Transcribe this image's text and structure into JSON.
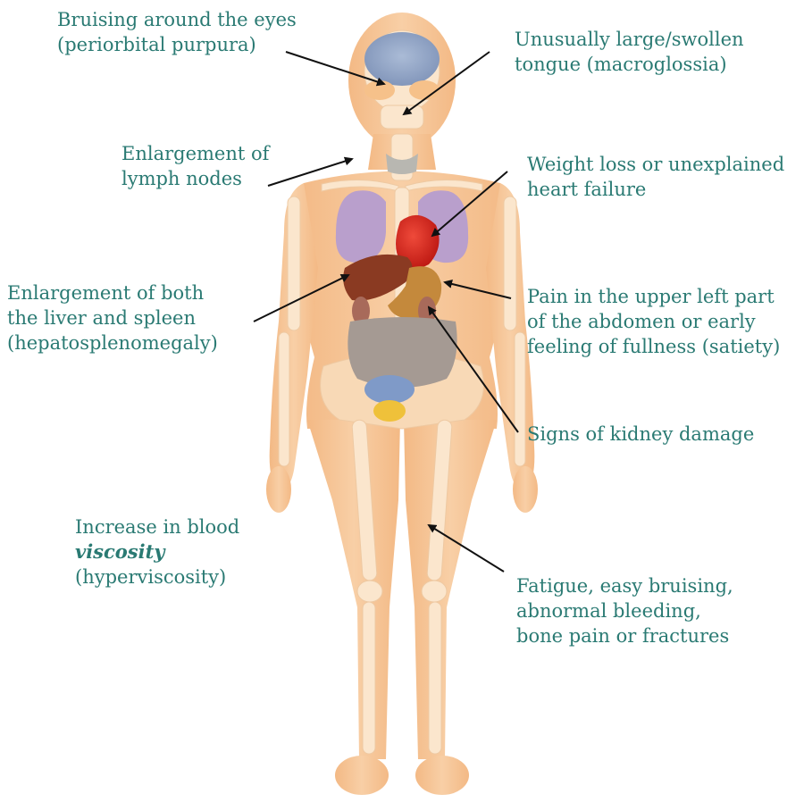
{
  "colors": {
    "label_text": "#2a7a73",
    "skin": "#f6c79a",
    "bone": "#fbe6cd",
    "arrow": "#111111"
  },
  "labels": {
    "eyes": {
      "line1": "Bruising around the eyes",
      "line2": "(periorbital purpura)"
    },
    "tongue": {
      "line1": "Unusually large/swollen",
      "line2": "tongue (macroglossia)"
    },
    "lymph": {
      "line1": "Enlargement of",
      "line2": "lymph nodes"
    },
    "heart": {
      "line1": "Weight loss or unexplained",
      "line2": "heart failure"
    },
    "liver": {
      "line1": "Enlargement of both",
      "line2": "the liver and spleen",
      "line3": "(hepatosplenomegaly)"
    },
    "abdomen": {
      "line1": "Pain in the upper left part",
      "line2": "of the abdomen or early",
      "line3": "feeling of fullness (satiety)"
    },
    "kidney": {
      "line1": "Signs of kidney damage"
    },
    "viscosity": {
      "line1": "Increase in blood",
      "line2": "viscosity",
      "line3": "(hyperviscosity)"
    },
    "fatigue": {
      "line1": "Fatigue, easy bruising,",
      "line2": "abnormal bleeding,",
      "line3": "bone pain or fractures"
    }
  },
  "icons": {
    "body": "human-body-anatomy-illustration"
  }
}
